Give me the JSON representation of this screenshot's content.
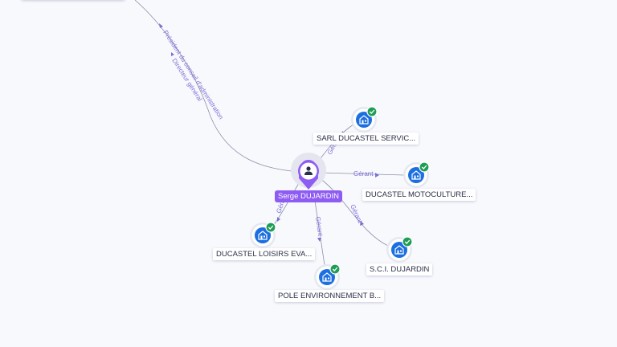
{
  "person": {
    "name": "Serge DUJARDIN",
    "icon": "person-icon",
    "color": "#8e5cf2"
  },
  "edge_labels": {
    "president": "Président du conseil d'administration",
    "directeur": "Directeur général",
    "gerant": "Gérant"
  },
  "companies": [
    {
      "label": "SARL DUCASTEL SERVIC...",
      "icon": "company-icon",
      "status": "check-icon"
    },
    {
      "label": "DUCASTEL MOTOCULTURE...",
      "icon": "company-icon",
      "status": "check-icon"
    },
    {
      "label": "S.C.I. DUJARDIN",
      "icon": "company-icon",
      "status": "check-icon"
    },
    {
      "label": "POLE ENVIRONNEMENT B...",
      "icon": "company-icon",
      "status": "check-icon"
    },
    {
      "label": "DUCASTEL LOISIRS EVA...",
      "icon": "company-icon",
      "status": "check-icon"
    }
  ],
  "colors": {
    "company": "#1c6fe0",
    "check": "#1f9d55",
    "edge_label": "#7b6fd8"
  }
}
